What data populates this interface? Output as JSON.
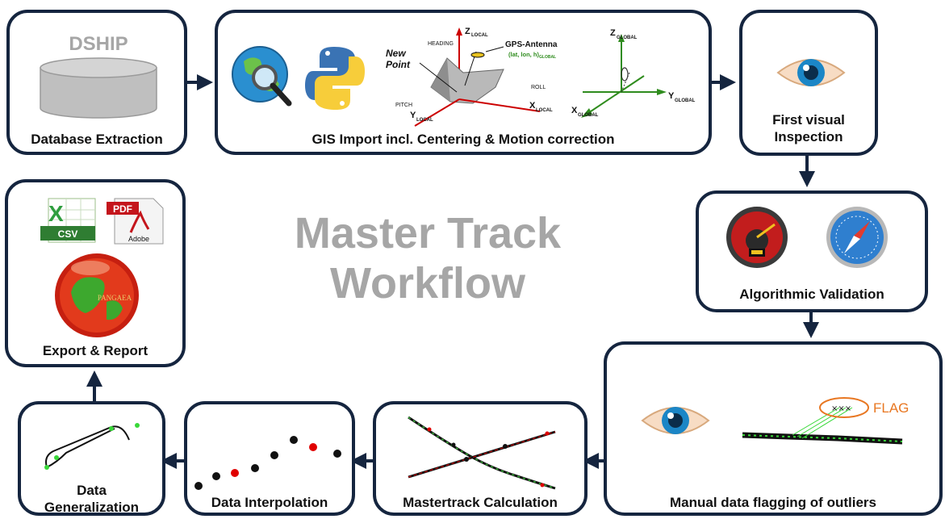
{
  "title_line1": "Master Track",
  "title_line2": "Workflow",
  "steps": {
    "database_extraction": {
      "label": "Database Extraction",
      "db_name": "DSHIP"
    },
    "gis_import": {
      "label": "GIS Import incl. Centering & Motion correction",
      "gps_antenna": "GPS-Antenna",
      "gps_coords": "(lat, lon, h)",
      "gps_coords_sub": "GLOBAL",
      "new_point_1": "New",
      "new_point_2": "Point",
      "heading": "HEADING",
      "pitch": "PITCH",
      "roll": "ROLL",
      "z_local": "Z",
      "y_local": "Y",
      "x_local": "X",
      "local_sub": "LOCAL",
      "z_global": "Z",
      "y_global": "Y",
      "x_global": "X",
      "global_sub": "GLOBAL"
    },
    "first_visual": {
      "label_line1": "First visual",
      "label_line2": "Inspection"
    },
    "algorithmic_validation": {
      "label": "Algorithmic Validation"
    },
    "manual_flagging": {
      "label": "Manual data flagging of outliers",
      "flag_text": "FLAG"
    },
    "mastertrack_calc": {
      "label": "Mastertrack Calculation"
    },
    "data_interpolation": {
      "label": "Data Interpolation"
    },
    "data_generalization": {
      "label_line1": "Data",
      "label_line2": "Generalization"
    },
    "export_report": {
      "label": "Export & Report",
      "csv_text": "CSV",
      "pdf_text": "PDF",
      "adobe_text": "Adobe",
      "pangaea_text": "PANGAEA"
    }
  },
  "colors": {
    "border": "#15253f",
    "title": "#a6a6a6",
    "outlier_red": "#e00000",
    "flag_orange": "#e87722"
  }
}
